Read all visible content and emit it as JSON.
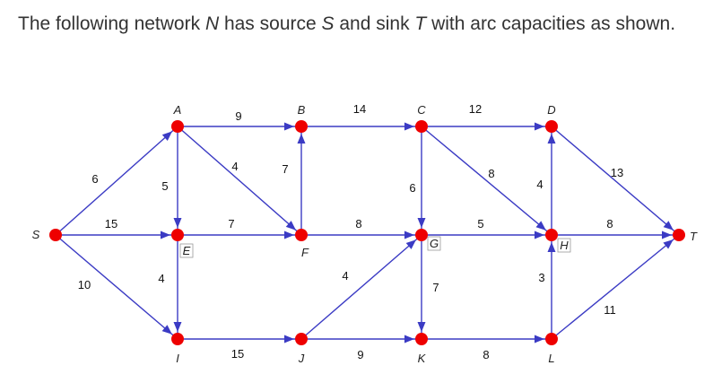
{
  "question": {
    "text_before_n": "The following network ",
    "n": "N",
    "text_before_s": " has source ",
    "s": "S",
    "text_before_t": " and sink ",
    "t": "T",
    "text_after": " with arc capacities as shown."
  },
  "colors": {
    "edge": "#3b3bc4",
    "node": "#ee0000",
    "text": "#333333"
  },
  "network": {
    "nodes": [
      {
        "id": "S",
        "label": "S"
      },
      {
        "id": "A",
        "label": "A"
      },
      {
        "id": "B",
        "label": "B"
      },
      {
        "id": "C",
        "label": "C"
      },
      {
        "id": "D",
        "label": "D"
      },
      {
        "id": "E",
        "label": "E"
      },
      {
        "id": "F",
        "label": "F"
      },
      {
        "id": "G",
        "label": "G"
      },
      {
        "id": "H",
        "label": "H"
      },
      {
        "id": "T",
        "label": "T"
      },
      {
        "id": "I",
        "label": "I"
      },
      {
        "id": "J",
        "label": "J"
      },
      {
        "id": "K",
        "label": "K"
      },
      {
        "id": "L",
        "label": "L"
      }
    ],
    "arcs": [
      {
        "from": "S",
        "to": "A",
        "capacity": "6"
      },
      {
        "from": "S",
        "to": "E",
        "capacity": "15"
      },
      {
        "from": "S",
        "to": "I",
        "capacity": "10"
      },
      {
        "from": "A",
        "to": "B",
        "capacity": "9"
      },
      {
        "from": "A",
        "to": "E",
        "capacity": "5"
      },
      {
        "from": "A",
        "to": "F",
        "capacity": "4"
      },
      {
        "from": "E",
        "to": "F",
        "capacity": "7"
      },
      {
        "from": "E",
        "to": "I",
        "capacity": "4"
      },
      {
        "from": "F",
        "to": "B",
        "capacity": "7"
      },
      {
        "from": "B",
        "to": "C",
        "capacity": "14"
      },
      {
        "from": "F",
        "to": "G",
        "capacity": "8"
      },
      {
        "from": "I",
        "to": "J",
        "capacity": "15"
      },
      {
        "from": "J",
        "to": "G",
        "capacity": "4"
      },
      {
        "from": "C",
        "to": "G",
        "capacity": "6"
      },
      {
        "from": "C",
        "to": "D",
        "capacity": "12"
      },
      {
        "from": "C",
        "to": "H",
        "capacity": "8"
      },
      {
        "from": "G",
        "to": "H",
        "capacity": "5"
      },
      {
        "from": "G",
        "to": "K",
        "capacity": "7"
      },
      {
        "from": "J",
        "to": "K",
        "capacity": "9"
      },
      {
        "from": "K",
        "to": "L",
        "capacity": "8"
      },
      {
        "from": "H",
        "to": "D",
        "capacity": "4"
      },
      {
        "from": "L",
        "to": "H",
        "capacity": "3"
      },
      {
        "from": "D",
        "to": "T",
        "capacity": "13"
      },
      {
        "from": "H",
        "to": "T",
        "capacity": "8"
      },
      {
        "from": "L",
        "to": "T",
        "capacity": "11"
      }
    ]
  }
}
